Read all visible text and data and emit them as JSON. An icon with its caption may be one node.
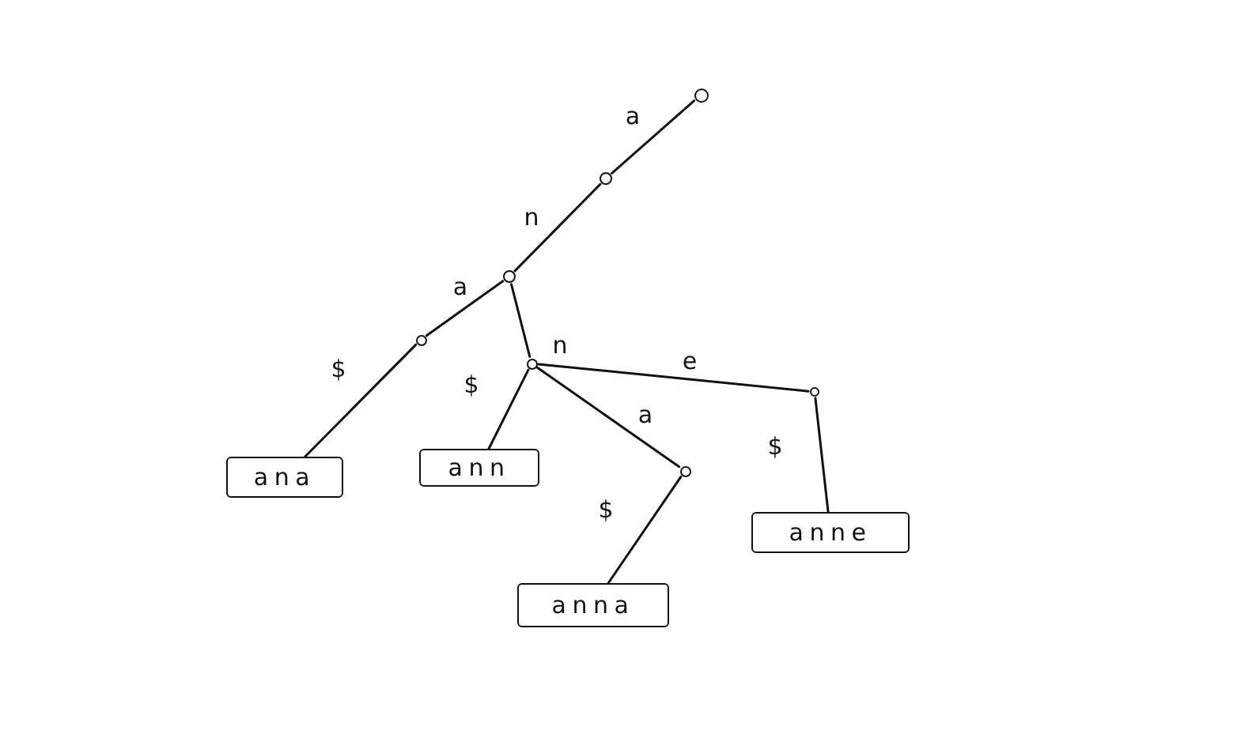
{
  "diagram": {
    "nodes": [
      {
        "text": [],
        "shape": "circle"
      },
      {
        "text": [],
        "shape": "circle"
      },
      {
        "text": [],
        "shape": "circle"
      },
      {
        "text": [],
        "shape": "circle"
      },
      {
        "text": [],
        "shape": "circle"
      },
      {
        "text": [],
        "shape": "circle"
      },
      {
        "text": [],
        "shape": "circle"
      },
      {
        "text": [
          "ana"
        ]
      },
      {
        "text": [
          "ann"
        ]
      },
      {
        "text": [
          "anne"
        ]
      },
      {
        "text": [
          "anna"
        ]
      }
    ],
    "edges": [
      {
        "from": 0,
        "to": 1,
        "arrow": "none",
        "label": "a"
      },
      {
        "from": 1,
        "to": 2,
        "arrow": "none",
        "label": "n"
      },
      {
        "from": 2,
        "to": 3,
        "arrow": "none",
        "label": "a"
      },
      {
        "from": 3,
        "to": 7,
        "arrow": "none",
        "label": "$"
      },
      {
        "from": 2,
        "to": 4,
        "arrow": "none",
        "label": "n"
      },
      {
        "from": 4,
        "to": 8,
        "arrow": "none",
        "label": "$"
      },
      {
        "from": 4,
        "to": 6,
        "arrow": "none",
        "label": "a"
      },
      {
        "from": 6,
        "to": 10,
        "arrow": "none",
        "label": "$"
      },
      {
        "from": 4,
        "to": 5,
        "arrow": "none",
        "label": "e"
      },
      {
        "from": 5,
        "to": 9,
        "arrow": "none",
        "label": "$"
      }
    ]
  }
}
